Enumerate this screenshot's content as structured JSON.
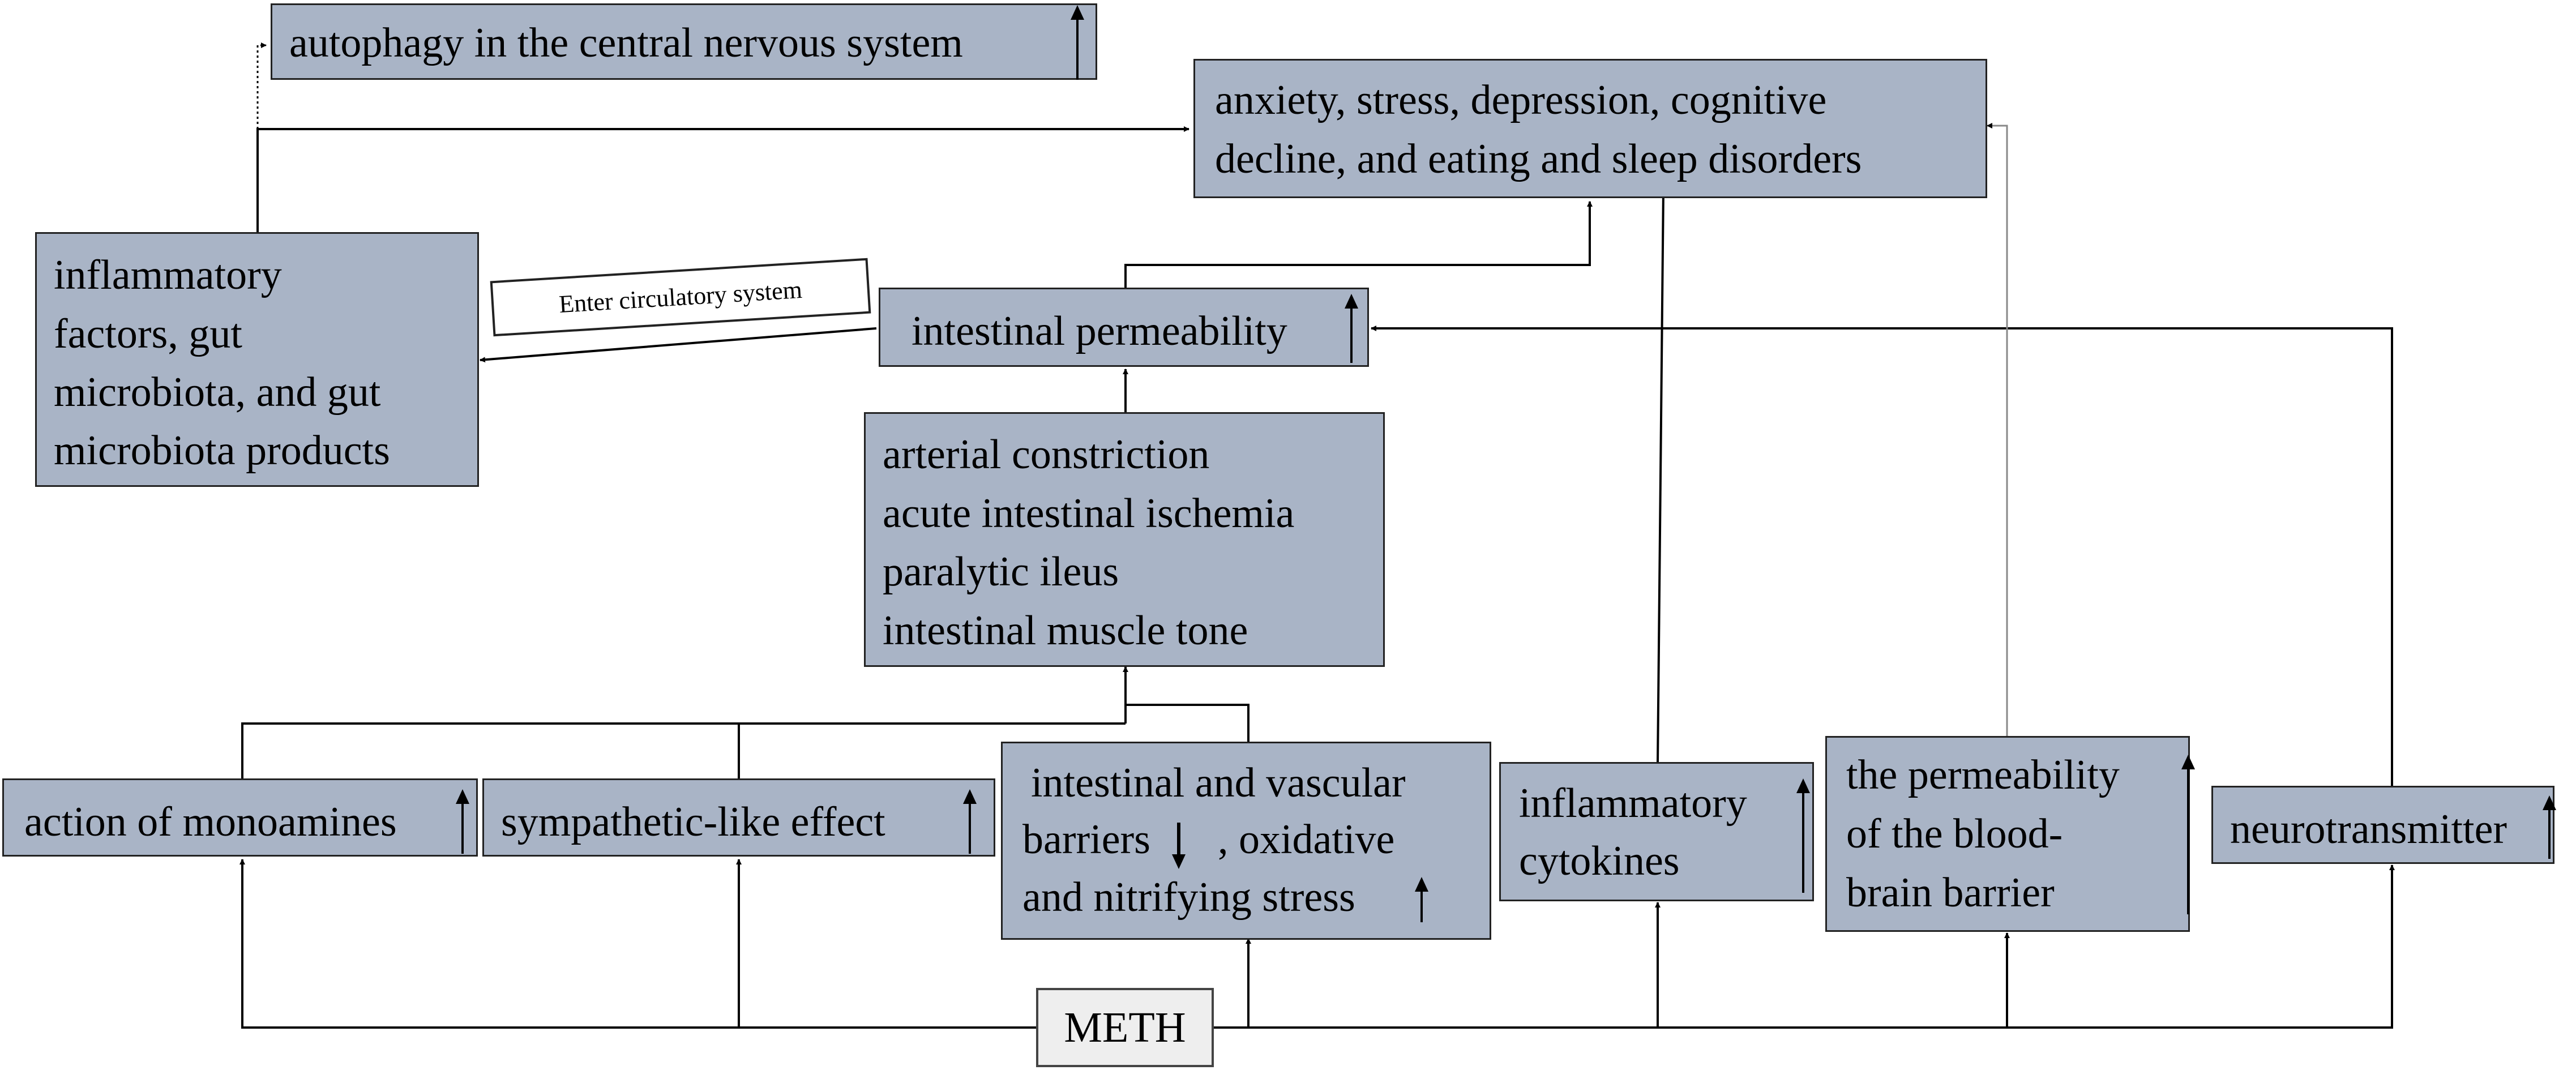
{
  "nodes": {
    "autophagy": "autophagy in the central nervous system",
    "anxiety": [
      "anxiety, stress, depression, cognitive",
      "decline, and eating and sleep disorders"
    ],
    "inflammatory_factors": [
      "inflammatory",
      "factors, gut",
      "microbiota, and gut",
      "microbiota products"
    ],
    "enter_label": "Enter  circulatory  system",
    "permeability": "intestinal permeability",
    "arterial": [
      "arterial constriction",
      "acute intestinal ischemia",
      "paralytic ileus",
      "intestinal muscle tone"
    ],
    "monoamines": "action of monoamines",
    "sympathetic": "sympathetic-like effect",
    "barriers": [
      "intestinal and vascular",
      "barriers",
      ", oxidative",
      "and nitrifying stress"
    ],
    "cytokines": [
      "inflammatory",
      "cytokines"
    ],
    "bbb": [
      "the permeability",
      "of the blood-",
      "brain barrier"
    ],
    "neurotransmitter": "neurotransmitter",
    "meth": "METH"
  }
}
